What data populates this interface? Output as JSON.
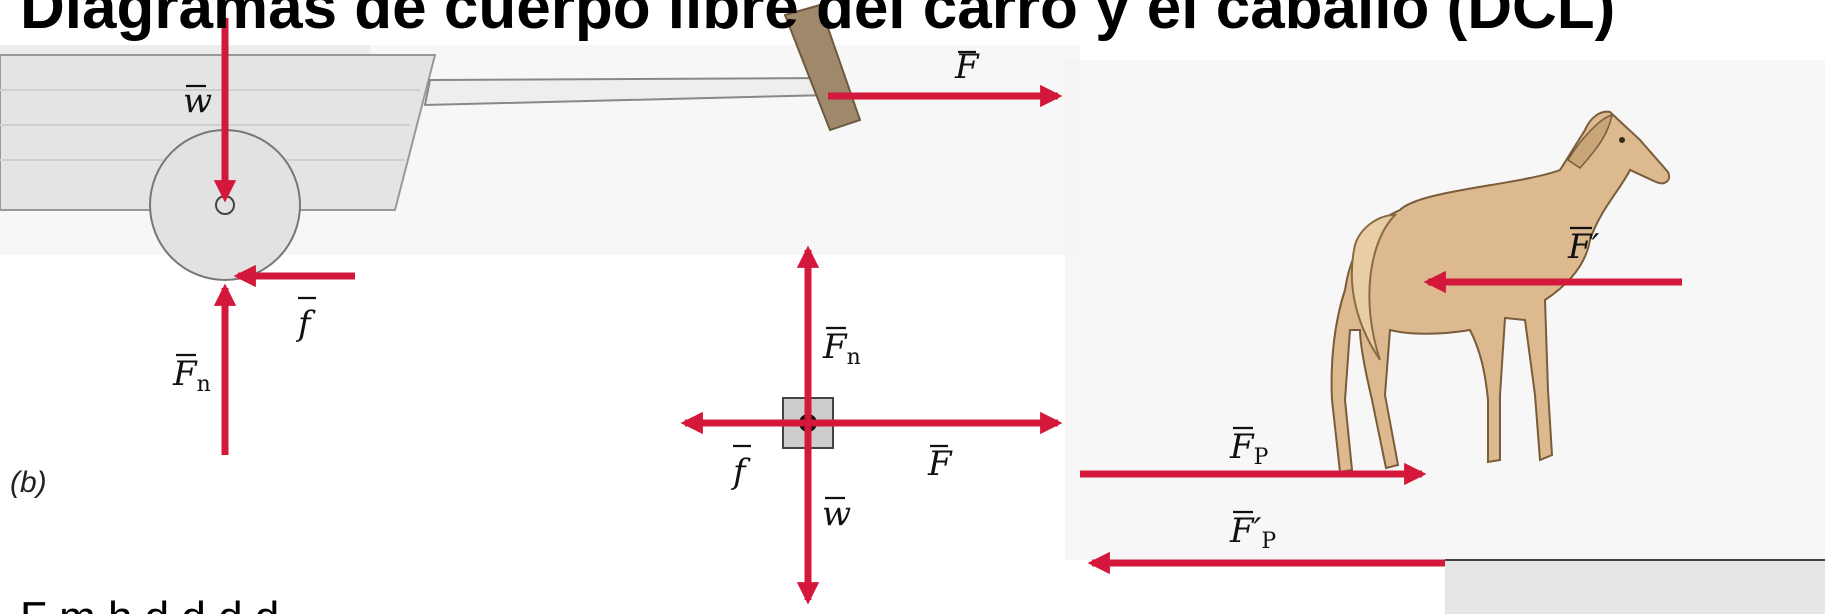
{
  "title": "Diagramas de cuerpo libre del carro y el caballo (DCL)",
  "caption": "F m   h d d d   d ",
  "panel_label": "(b)",
  "labels": {
    "cart_weight": "w",
    "cart_pull": "F",
    "cart_friction": "f",
    "cart_normal": "F",
    "cart_normal_sub": "n",
    "fbd_normal": "F",
    "fbd_normal_sub": "n",
    "fbd_friction": "f",
    "fbd_pull": "F",
    "fbd_weight": "w",
    "horse_reaction": "F′",
    "ground_push": "F",
    "ground_push_sub": "P",
    "ground_reaction": "F′",
    "ground_reaction_sub": "P"
  },
  "colors": {
    "arrow": "#d3183c",
    "horse": "#dcb98f",
    "background_panel": "#e9e9e9"
  },
  "icons": [
    "cart-wheel-icon",
    "wooden-handle-icon",
    "horse-icon",
    "free-body-block-icon"
  ]
}
